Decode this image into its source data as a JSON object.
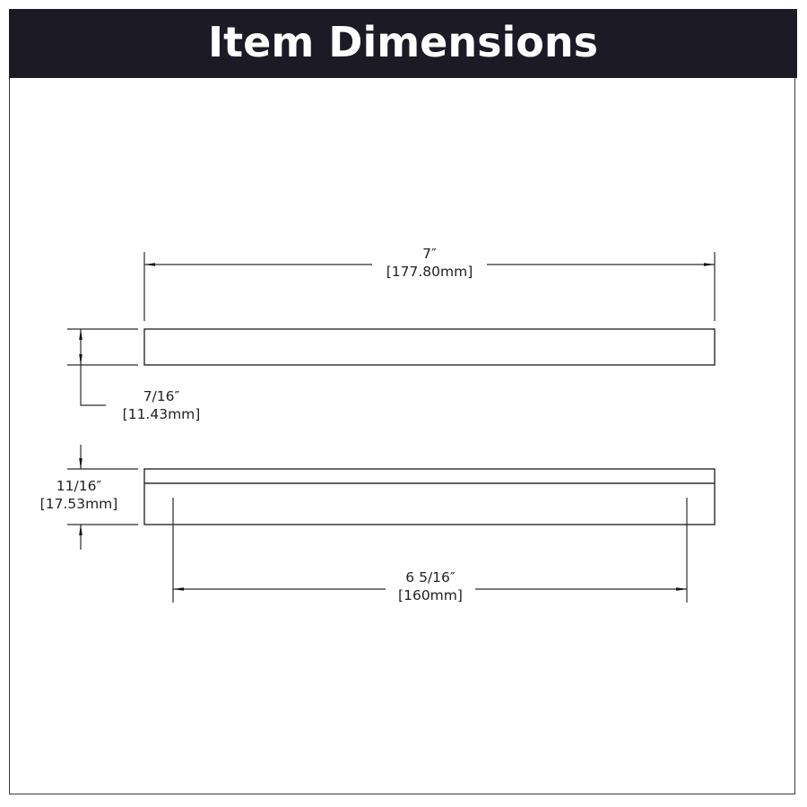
{
  "header": {
    "title": "Item Dimensions",
    "background": "#1b1a25",
    "text_color": "#ffffff"
  },
  "dimensions": {
    "overall_length": {
      "imperial": "7″",
      "metric": "[177.80mm]"
    },
    "width": {
      "imperial": "7/16″",
      "metric": "[11.43mm]"
    },
    "projection": {
      "imperial": "11/16″",
      "metric": "[17.53mm]"
    },
    "center_to_center": {
      "imperial": "6 5/16″",
      "metric": "[160mm]"
    }
  },
  "views": [
    {
      "name": "top-view",
      "description": "Bar top view with overall length and width dimensions"
    },
    {
      "name": "side-view",
      "description": "Handle side view with projection and hole center-to-center dimensions"
    }
  ]
}
